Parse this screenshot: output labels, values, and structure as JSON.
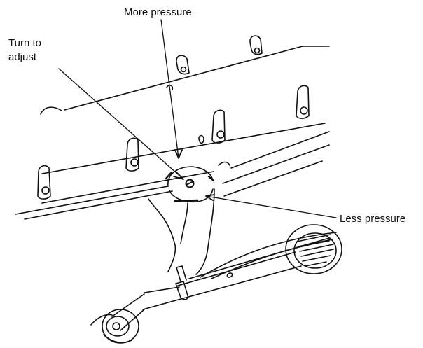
{
  "labels": {
    "more_pressure": "More pressure",
    "turn_to": "Turn to",
    "adjust": "adjust",
    "less_pressure": "Less pressure"
  },
  "colors": {
    "ink": "#111111",
    "background": "#ffffff"
  }
}
